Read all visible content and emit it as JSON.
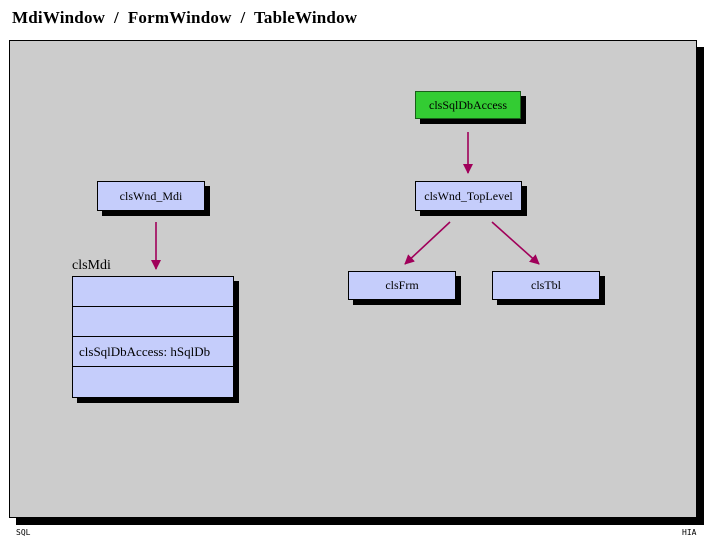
{
  "title": "MdiWindow  /  FormWindow  /  TableWindow",
  "nodes": {
    "sql_db_access": "clsSqlDbAccess",
    "wnd_mdi": "clsWnd_Mdi",
    "wnd_top_level": "clsWnd_TopLevel",
    "frm": "clsFrm",
    "tbl": "clsTbl"
  },
  "mdi_class": {
    "name": "clsMdi",
    "fields": [
      "",
      "",
      "clsSqlDbAccess: hSqlDb",
      ""
    ]
  },
  "footer": {
    "left": "SQL",
    "right": "HIA"
  },
  "colors": {
    "background": "#cccccc",
    "node_fill": "#c5cdfb",
    "highlight_fill": "#33cc33",
    "arrow": "#a0005a"
  }
}
